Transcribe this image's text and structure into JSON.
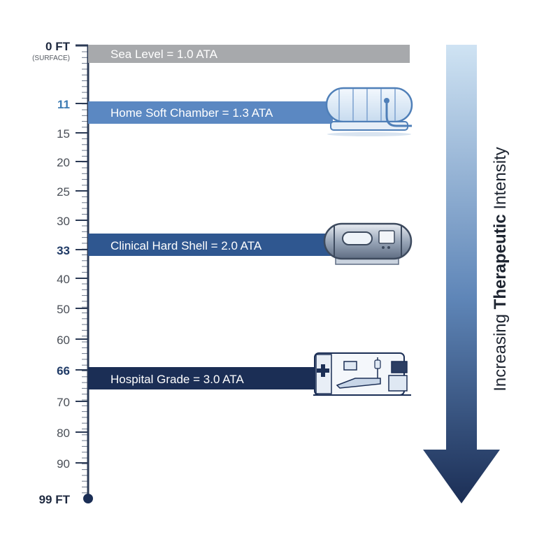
{
  "scale": {
    "top_label": "0 FT",
    "top_sublabel": "(SURFACE)",
    "bottom_label": "99 FT",
    "ticks": [
      "11",
      "15",
      "20",
      "25",
      "30",
      "33",
      "40",
      "50",
      "60",
      "66",
      "70",
      "80",
      "90"
    ]
  },
  "levels": [
    {
      "label": "Sea Level = 1.0 ATA",
      "depth_ft": 0,
      "ata": 1.0,
      "color": "#a7a9ac",
      "icon": "surface"
    },
    {
      "label": "Home Soft Chamber = 1.3 ATA",
      "depth_ft": 11,
      "ata": 1.3,
      "color": "#5b88c2",
      "icon": "soft-chamber-icon"
    },
    {
      "label": "Clinical Hard Shell = 2.0 ATA",
      "depth_ft": 33,
      "ata": 2.0,
      "color": "#2f5790",
      "icon": "hard-shell-chamber-icon"
    },
    {
      "label": "Hospital Grade = 3.0 ATA",
      "depth_ft": 66,
      "ata": 3.0,
      "color": "#1b2e55",
      "icon": "hospital-chamber-icon"
    }
  ],
  "arrow": {
    "text_regular": "Increasing ",
    "text_bold": "Therapeutic",
    "text_end": " Intensity",
    "color_top": "#c9dff0",
    "color_bottom": "#1b2e55"
  }
}
